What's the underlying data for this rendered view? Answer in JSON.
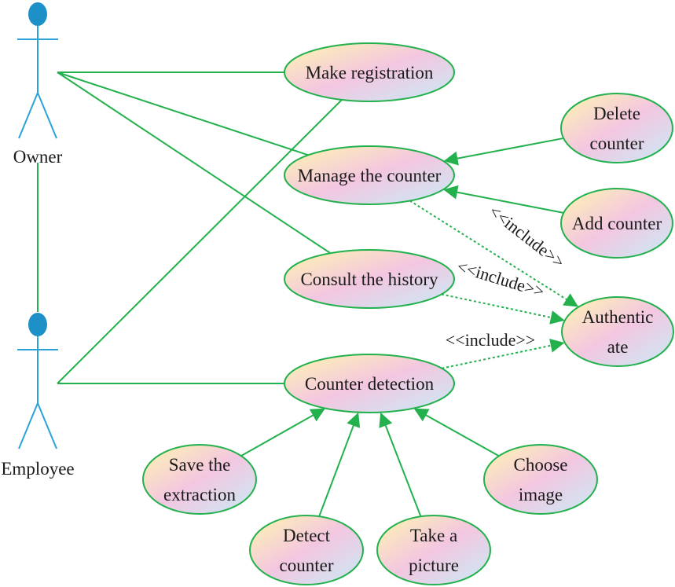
{
  "diagram": {
    "actors": [
      {
        "id": "owner",
        "label": "Owner"
      },
      {
        "id": "employee",
        "label": "Employee"
      }
    ],
    "use_cases": [
      {
        "id": "make-registration",
        "lines": [
          "Make registration"
        ]
      },
      {
        "id": "manage-counter",
        "lines": [
          "Manage the counter"
        ]
      },
      {
        "id": "consult-history",
        "lines": [
          "Consult the history"
        ]
      },
      {
        "id": "counter-detection",
        "lines": [
          "Counter detection"
        ]
      },
      {
        "id": "delete-counter",
        "lines": [
          "Delete",
          "counter"
        ]
      },
      {
        "id": "add-counter",
        "lines": [
          "Add counter"
        ]
      },
      {
        "id": "authenticate",
        "lines": [
          "Authentic",
          "ate"
        ]
      },
      {
        "id": "save-extraction",
        "lines": [
          "Save the",
          "extraction"
        ]
      },
      {
        "id": "choose-image",
        "lines": [
          "Choose",
          "image"
        ]
      },
      {
        "id": "detect-counter",
        "lines": [
          "Detect",
          "counter"
        ]
      },
      {
        "id": "take-picture",
        "lines": [
          "Take a",
          "picture"
        ]
      }
    ],
    "include_label": "<<include>>",
    "associations": [
      [
        "owner",
        "make-registration"
      ],
      [
        "owner",
        "manage-counter"
      ],
      [
        "owner",
        "consult-history"
      ],
      [
        "employee",
        "make-registration"
      ],
      [
        "employee",
        "counter-detection"
      ],
      [
        "employee",
        "owner"
      ]
    ],
    "extensions": [
      [
        "delete-counter",
        "manage-counter"
      ],
      [
        "add-counter",
        "manage-counter"
      ],
      [
        "save-extraction",
        "counter-detection"
      ],
      [
        "detect-counter",
        "counter-detection"
      ],
      [
        "take-picture",
        "counter-detection"
      ],
      [
        "choose-image",
        "counter-detection"
      ]
    ],
    "includes": [
      [
        "manage-counter",
        "authenticate"
      ],
      [
        "consult-history",
        "authenticate"
      ],
      [
        "counter-detection",
        "authenticate"
      ]
    ],
    "colors": {
      "line": "#22b14c",
      "actor": "#29a3d8",
      "actor_head": "#1e90c8",
      "gradient": [
        "#fff6b0",
        "#f3c6e0",
        "#c8ecf6"
      ]
    }
  }
}
